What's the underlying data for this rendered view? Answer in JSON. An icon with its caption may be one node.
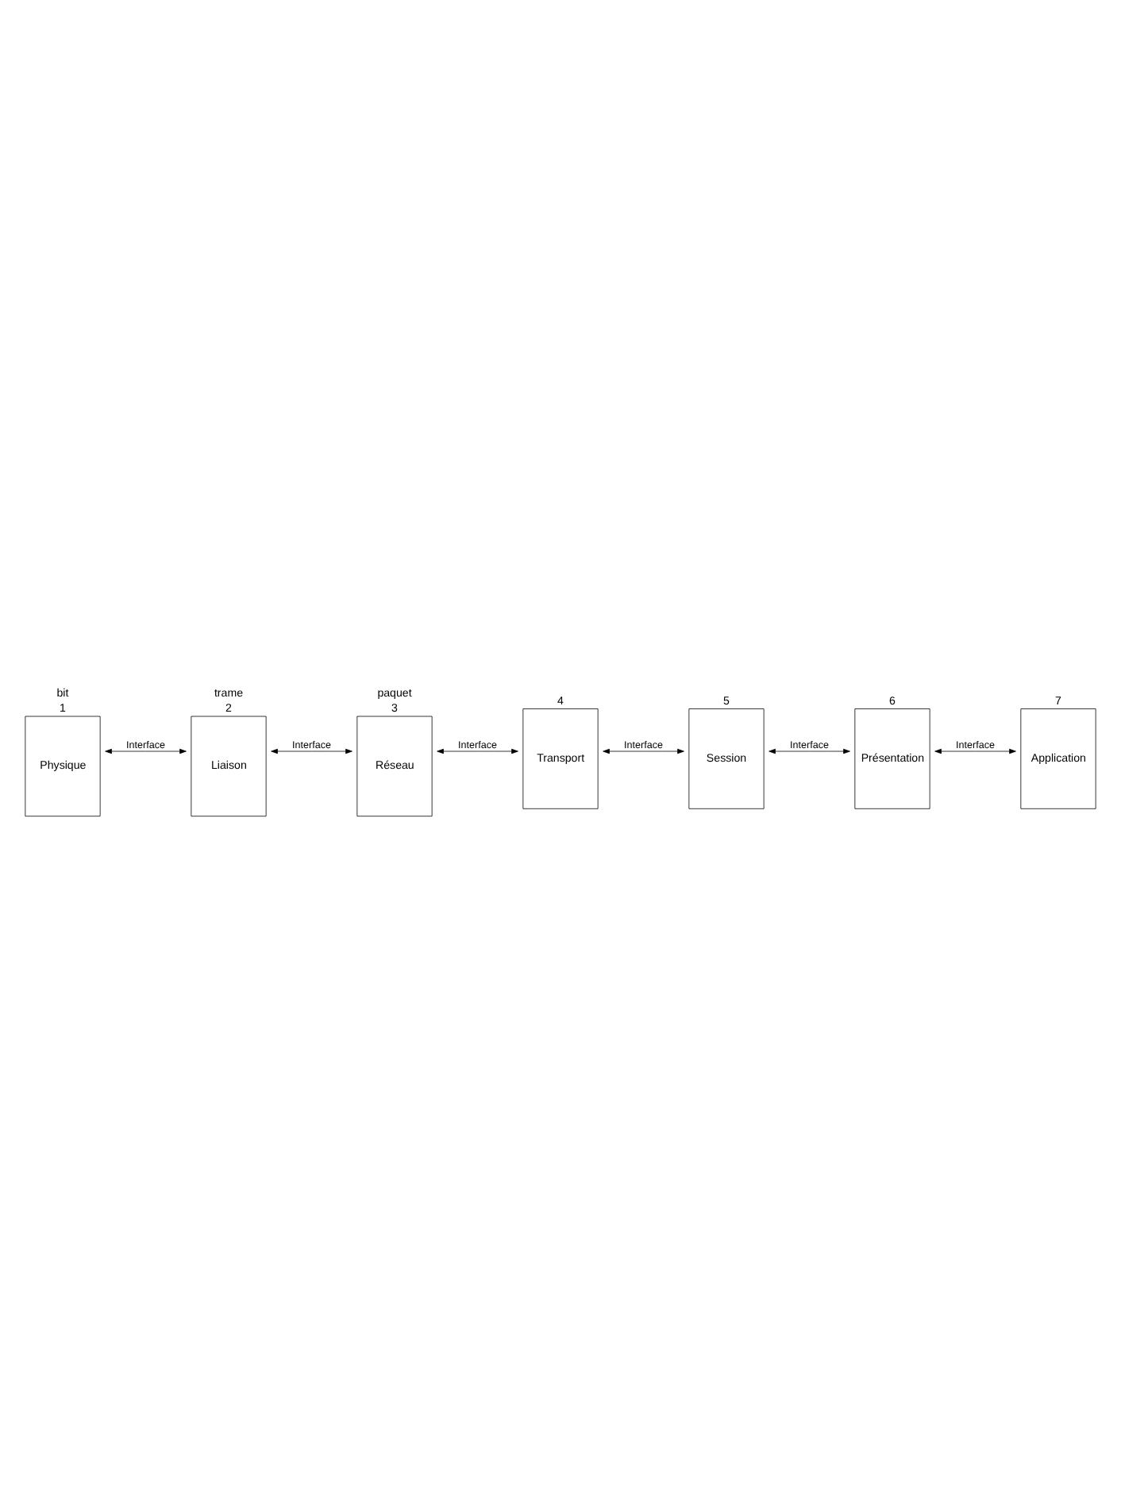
{
  "diagram": {
    "nodes": [
      {
        "text": [
          "Physique"
        ],
        "beside": [
          "1",
          "bit"
        ]
      },
      {
        "text": [
          "Liaison"
        ],
        "beside": [
          "2",
          "trame"
        ]
      },
      {
        "text": [
          "Réseau"
        ],
        "beside": [
          "3",
          "paquet"
        ]
      },
      {
        "text": [
          "Transport"
        ],
        "beside": [
          "4"
        ]
      },
      {
        "text": [
          "Session"
        ],
        "beside": [
          "5"
        ]
      },
      {
        "text": [
          "Présentation"
        ],
        "beside": [
          "6"
        ]
      },
      {
        "text": [
          "Application"
        ],
        "beside": [
          "7"
        ]
      }
    ],
    "edges": [
      {
        "from": 0,
        "to": 1,
        "arrow": "both",
        "label": "Interface"
      },
      {
        "from": 1,
        "to": 2,
        "arrow": "both",
        "label": "Interface"
      },
      {
        "from": 2,
        "to": 3,
        "arrow": "both",
        "label": "Interface"
      },
      {
        "from": 3,
        "to": 4,
        "arrow": "both",
        "label": "Interface"
      },
      {
        "from": 4,
        "to": 5,
        "arrow": "both",
        "label": "Interface"
      },
      {
        "from": 5,
        "to": 6,
        "arrow": "both",
        "label": "Interface"
      }
    ]
  }
}
